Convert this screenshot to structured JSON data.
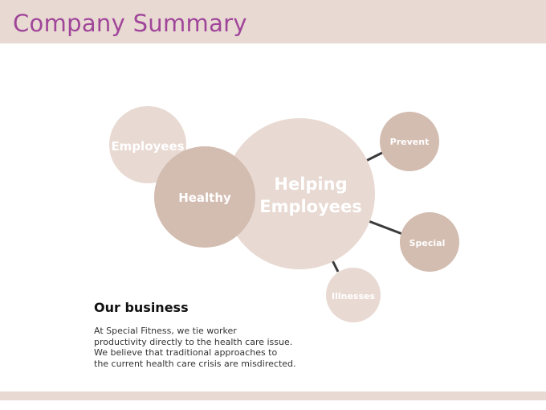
{
  "slide": {
    "title": "Company Summary"
  },
  "diagram": {
    "center": {
      "line1": "Helping",
      "line2": "Employees",
      "color": "#e8d9d2"
    },
    "left_top": {
      "label": "Employees",
      "color": "#e8d9d2"
    },
    "left_main": {
      "label": "Healthy",
      "color": "#d3bcb0"
    },
    "satellites": [
      {
        "label": "Prevent",
        "color": "#d3bcb0"
      },
      {
        "label": "Special",
        "color": "#d3bcb0"
      },
      {
        "label": "Illnesses",
        "color": "#e8d9d2"
      }
    ],
    "connector_color": "#3a3a3a"
  },
  "business": {
    "heading": "Our business",
    "lines": [
      "At Special Fitness, we tie worker",
      "productivity directly to the health care issue.",
      "We believe that traditional approaches to",
      "the current health care crisis are misdirected."
    ]
  }
}
